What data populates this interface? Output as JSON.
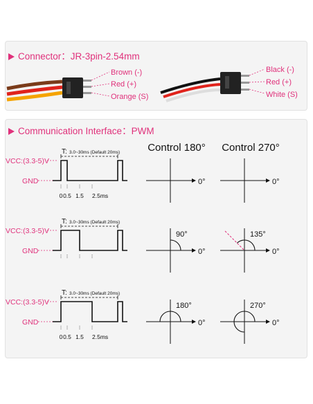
{
  "connector": {
    "heading": "Connector：JR-3pin-2.54mm",
    "left_wires": [
      "Brown (-)",
      "Red (+)",
      "Orange (S)"
    ],
    "right_wires": [
      "Black (-)",
      "Red (+)",
      "White (S)"
    ]
  },
  "interface": {
    "heading": "Communication Interface：PWM",
    "col_180": "Control 180°",
    "col_270": "Control 270°",
    "vcc": "VCC:(3.3-5)V",
    "gnd": "GND",
    "period_prefix": "T:",
    "period_text": "3.0~30ms (Default 20ms)",
    "ticks": [
      "0",
      "0.5",
      "1.5",
      "2.5ms"
    ],
    "rows": [
      {
        "pulse_ms": 0.5,
        "angle_180": "0°",
        "angle_270": "0°",
        "arc_180": "",
        "arc_270": ""
      },
      {
        "pulse_ms": 1.5,
        "angle_180": "0°",
        "angle_270": "0°",
        "arc_180": "90°",
        "arc_270": "135°"
      },
      {
        "pulse_ms": 2.5,
        "angle_180": "0°",
        "angle_270": "0°",
        "arc_180": "180°",
        "arc_270": "270°"
      }
    ]
  },
  "colors": {
    "accent": "#e0317b",
    "wire_brown": "#7a3b1a",
    "wire_red": "#e0231c",
    "wire_orange": "#f5a300"
  }
}
